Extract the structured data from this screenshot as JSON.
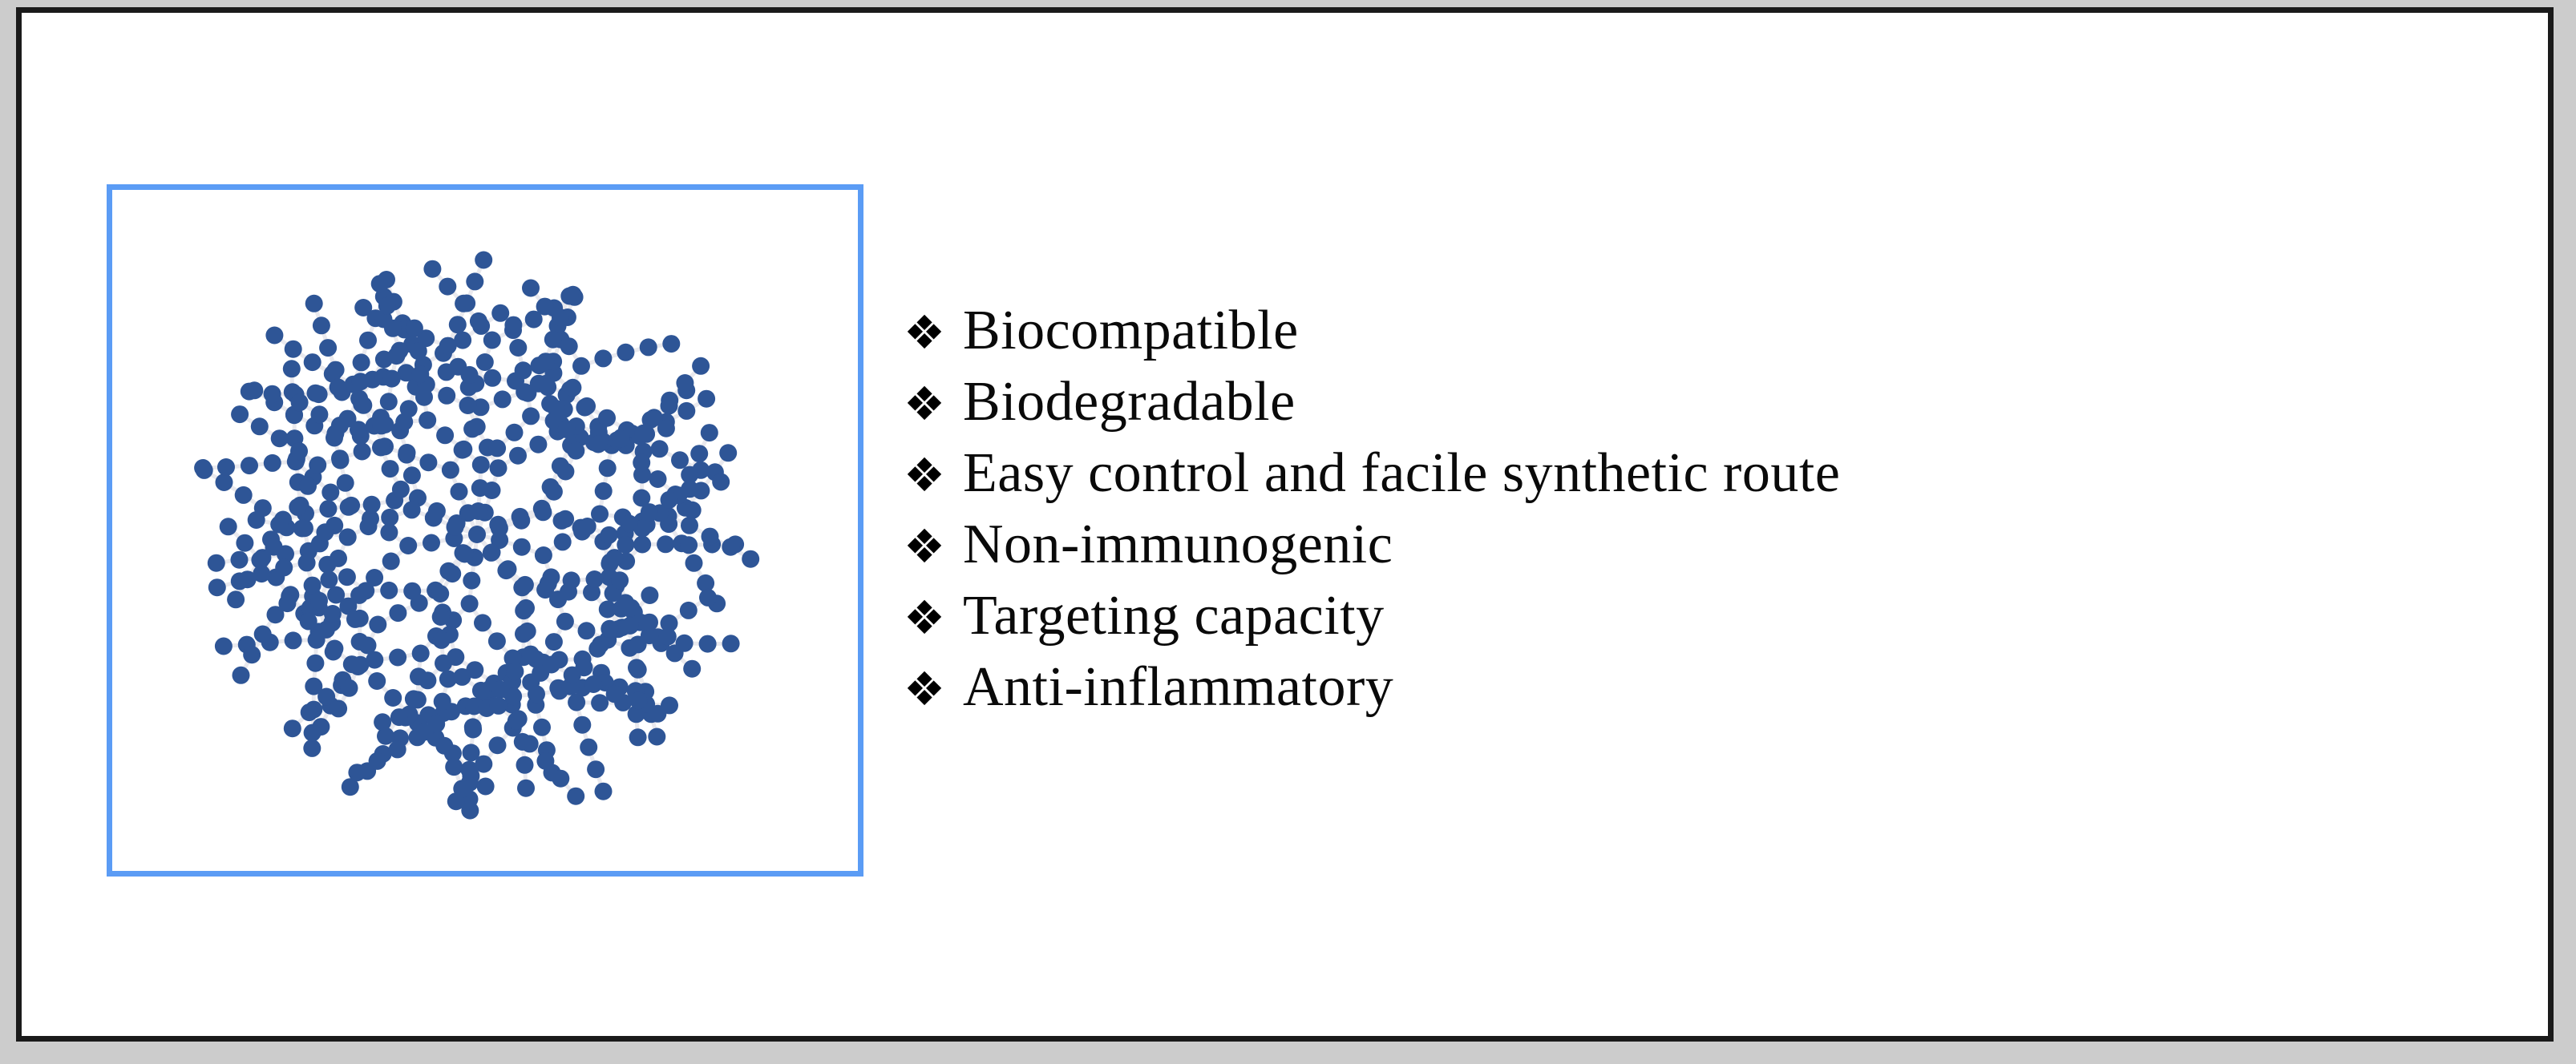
{
  "slide": {
    "background_color": "#cccccc",
    "page_color": "#ffffff",
    "frame_color": "#1a1a1a"
  },
  "figure": {
    "name": "dendrimer-illustration",
    "caption": "",
    "panel_border_color": "#5b9cf5",
    "bead_color": "#2e5596",
    "link_color": "#e9e9ee",
    "description": "Hyperbranched dendrimer polymer drawn as chains of small blue beads radiating from a central core"
  },
  "bullets": {
    "marker_glyph": "❖",
    "marker_name": "diamond-bullet-icon",
    "items": [
      {
        "label": "Biocompatible"
      },
      {
        "label": "Biodegradable"
      },
      {
        "label": "Easy control and facile synthetic route"
      },
      {
        "label": "Non-immunogenic"
      },
      {
        "label": "Targeting capacity"
      },
      {
        "label": "Anti-inflammatory"
      }
    ]
  }
}
